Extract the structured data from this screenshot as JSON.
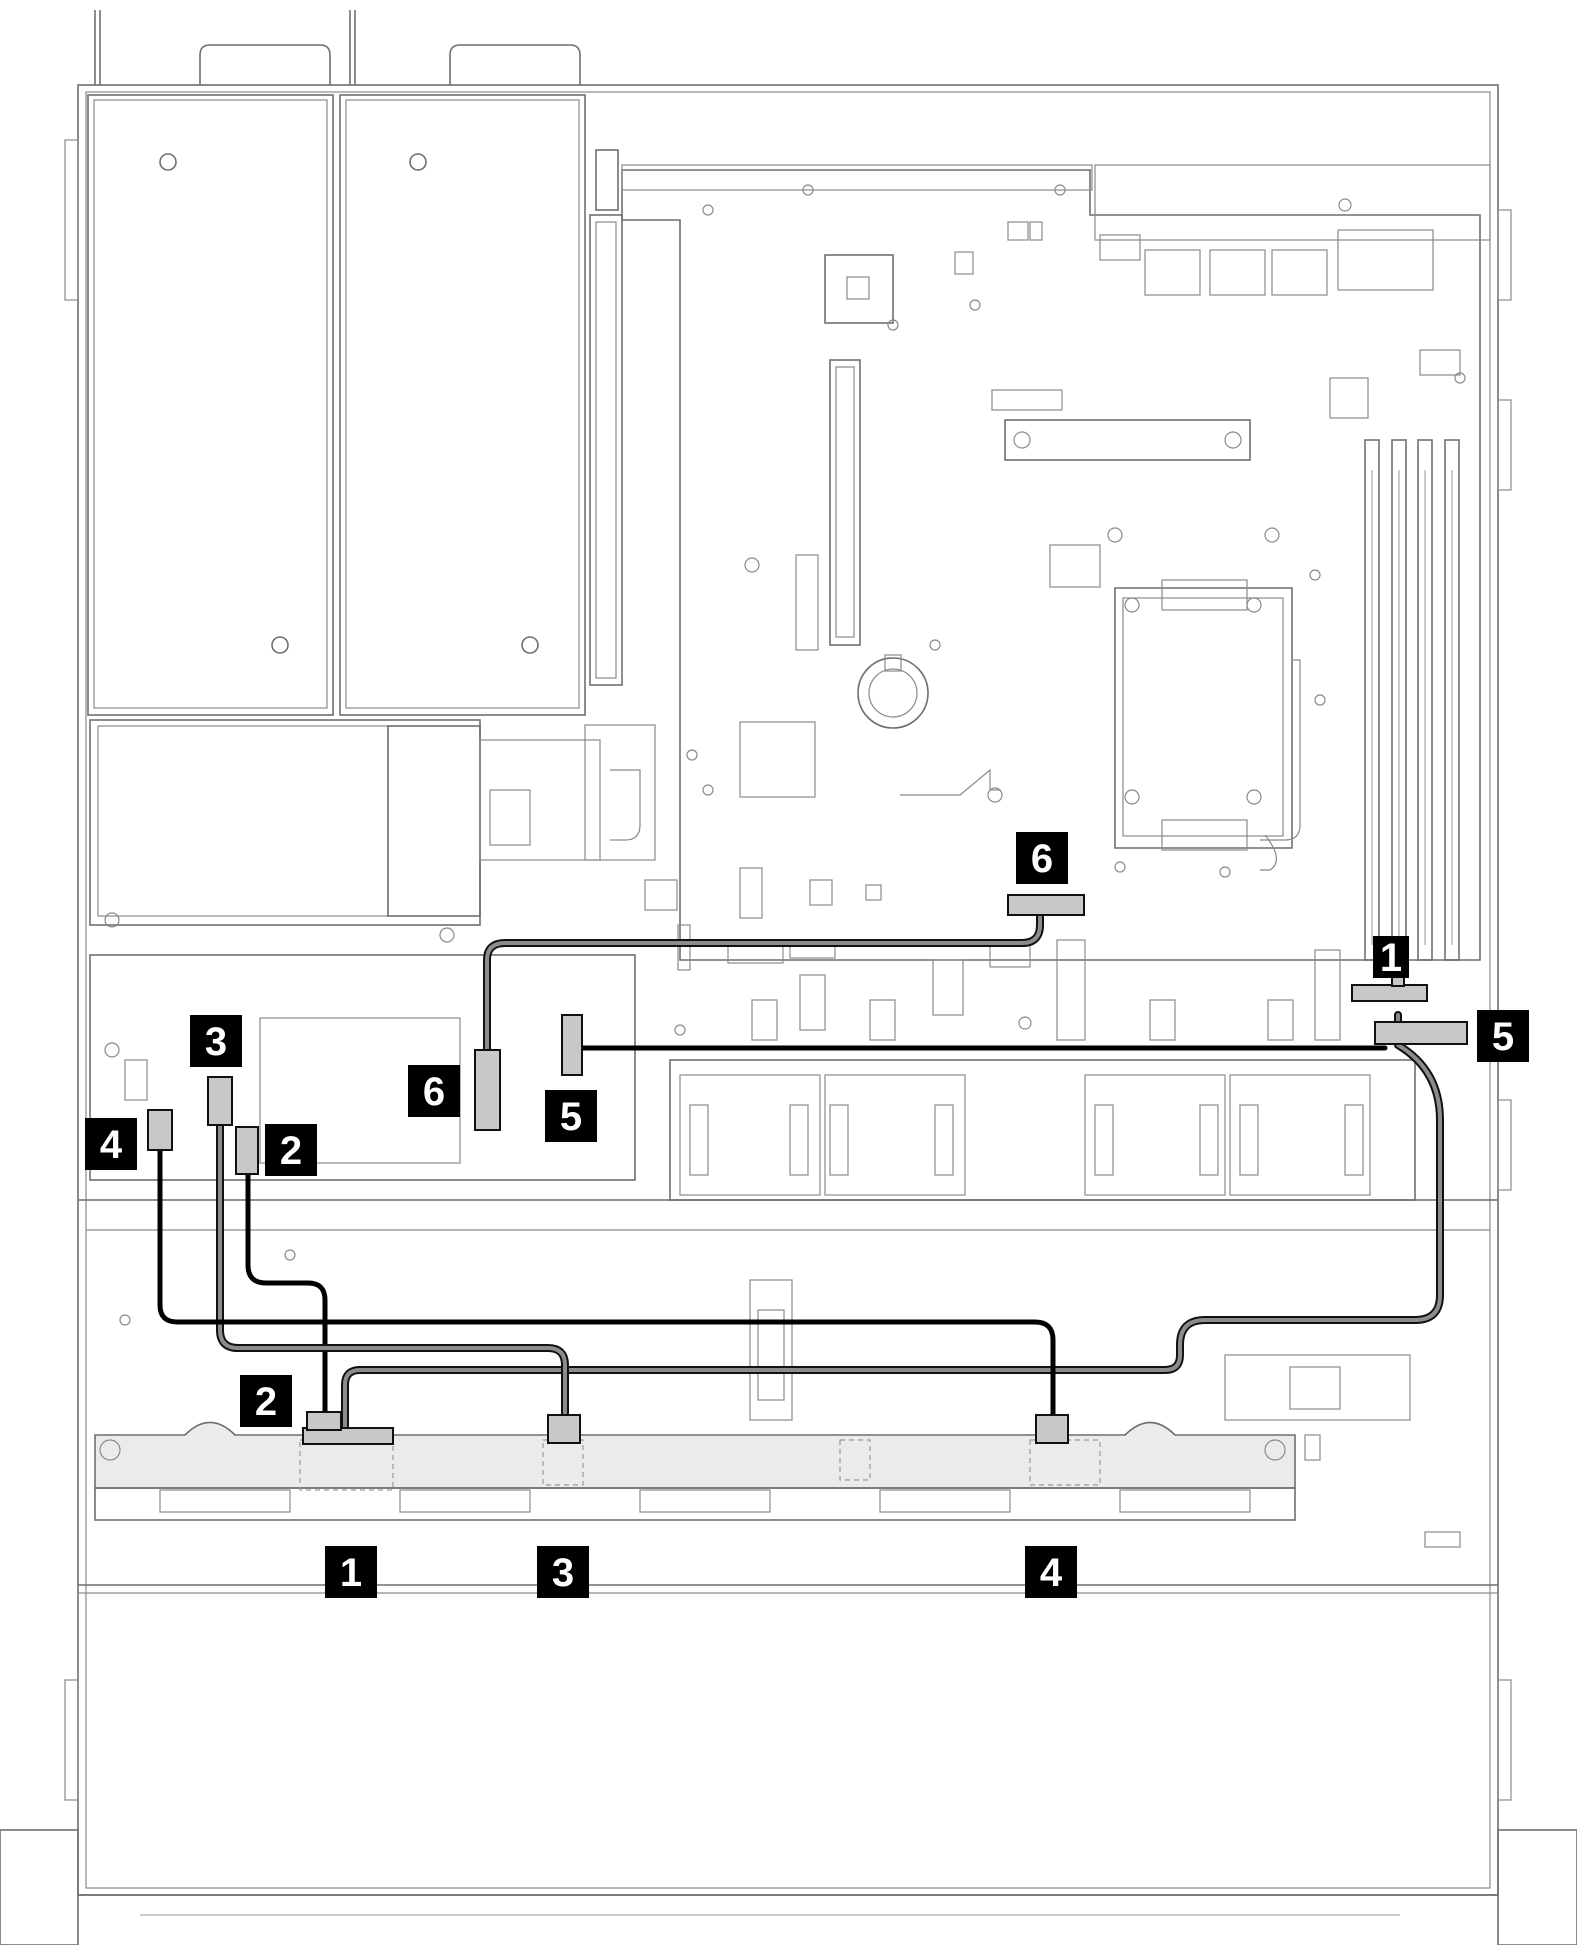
{
  "callouts": {
    "board_1": "1",
    "board_5": "5",
    "board_6": "6",
    "rear_2": "2",
    "rear_3": "3",
    "rear_4": "4",
    "mid_5": "5",
    "mid_6": "6",
    "bp_1": "1",
    "bp_2": "2",
    "bp_3": "3",
    "bp_4": "4"
  },
  "colors": {
    "outline": "#6f6f6f",
    "cable_black": "#000000",
    "cable_gray": "#8c8c8c",
    "connector_fill": "#c8c8c8",
    "callout_fill": "#000000",
    "callout_text": "#ffffff"
  }
}
